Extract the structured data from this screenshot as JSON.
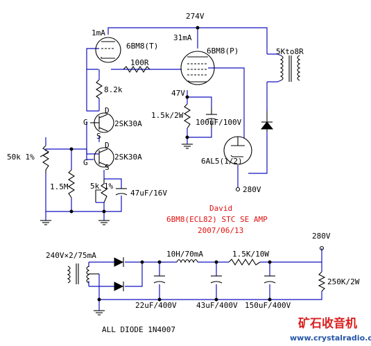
{
  "colors": {
    "wire": "#1010c0",
    "component": "#000000",
    "title": "#e01010",
    "brand": "#d92020",
    "url": "#2455a8"
  },
  "labels": {
    "b_plus_274": "274V",
    "i_1ma": "1mA",
    "i_31ma": "31mA",
    "tube_t": "6BM8(T)",
    "tube_p": "6BM8(P)",
    "output_tf": "5Kto8R",
    "r_grid": "100R",
    "r_82k": "8.2k",
    "v_47": "47V",
    "r_15k2w": "1.5k/2W",
    "c_100uf": "100uF/100V",
    "fet1_d": "D",
    "fet1_g": "G",
    "fet1_s": "S",
    "fet1_name": "2SK30A",
    "fet2_d": "D",
    "fet2_g": "G",
    "fet2_s": "S",
    "fet2_name": "2SK30A",
    "pot_50k": "50k 1%",
    "r_15m": "1.5M",
    "pot_5k": "5k 1%",
    "c_47uf": "47uF/16V",
    "rect_tube": "6AL5(1/2)",
    "v_280": "280V"
  },
  "title_block": {
    "author": "David",
    "title": "6BM8(ECL82) STC SE AMP",
    "date": "2007/06/13"
  },
  "psu": {
    "tf": "240V×2/75mA",
    "choke": "10H/70mA",
    "r_series": "1.5K/10W",
    "out_v": "280V",
    "r_bleed": "250K/2W",
    "c1": "22uF/400V",
    "c2": "43uF/400V",
    "c3": "150uF/400V",
    "diodes": "ALL DIODE 1N4007"
  },
  "watermark": {
    "brand": "矿石收音机",
    "url": "www.crystalradio.cn"
  }
}
